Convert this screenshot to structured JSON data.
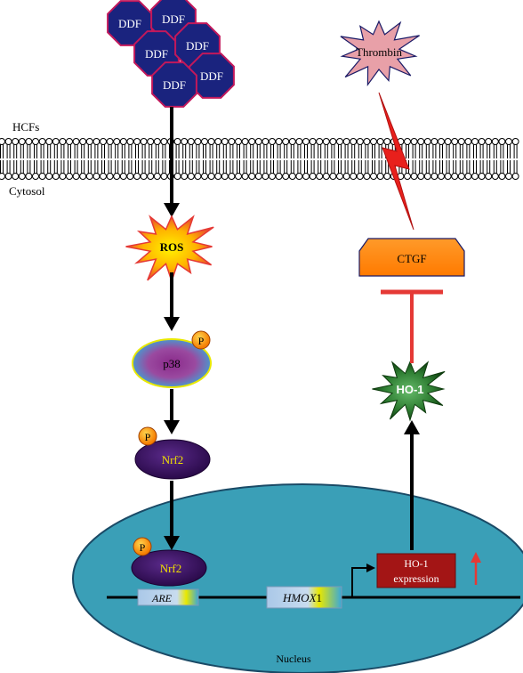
{
  "ddf": {
    "label": "DDF",
    "count": 7
  },
  "membrane": {
    "outside_label": "HCFs",
    "inside_label": "Cytosol"
  },
  "nodes": {
    "thrombin": "Thrombin",
    "ctgf": "CTGF",
    "ros": "ROS",
    "p38": "p38",
    "nrf2": "Nrf2",
    "nrf2_nuclear": "Nrf2",
    "ho1": "HO-1",
    "phospho": "P"
  },
  "nucleus": {
    "label": "Nucleus",
    "are": "ARE",
    "hmox1_prefix": "HMOX",
    "hmox1_suffix": "1",
    "ho1_expression_line1": "HO-1",
    "ho1_expression_line2": "expression"
  },
  "colors": {
    "ddf_fill": "#1a237e",
    "ddf_stroke": "#c2185b",
    "thrombin_fill": "#e8a0a8",
    "ctgf_fill": "#ff8a1a",
    "inhibition_red": "#e53935",
    "ho1_green": "#1b6b1b",
    "nucleus_fill": "#3a9fb7",
    "nrf2_fill": "#3b1466",
    "expression_box": "#a31515"
  }
}
